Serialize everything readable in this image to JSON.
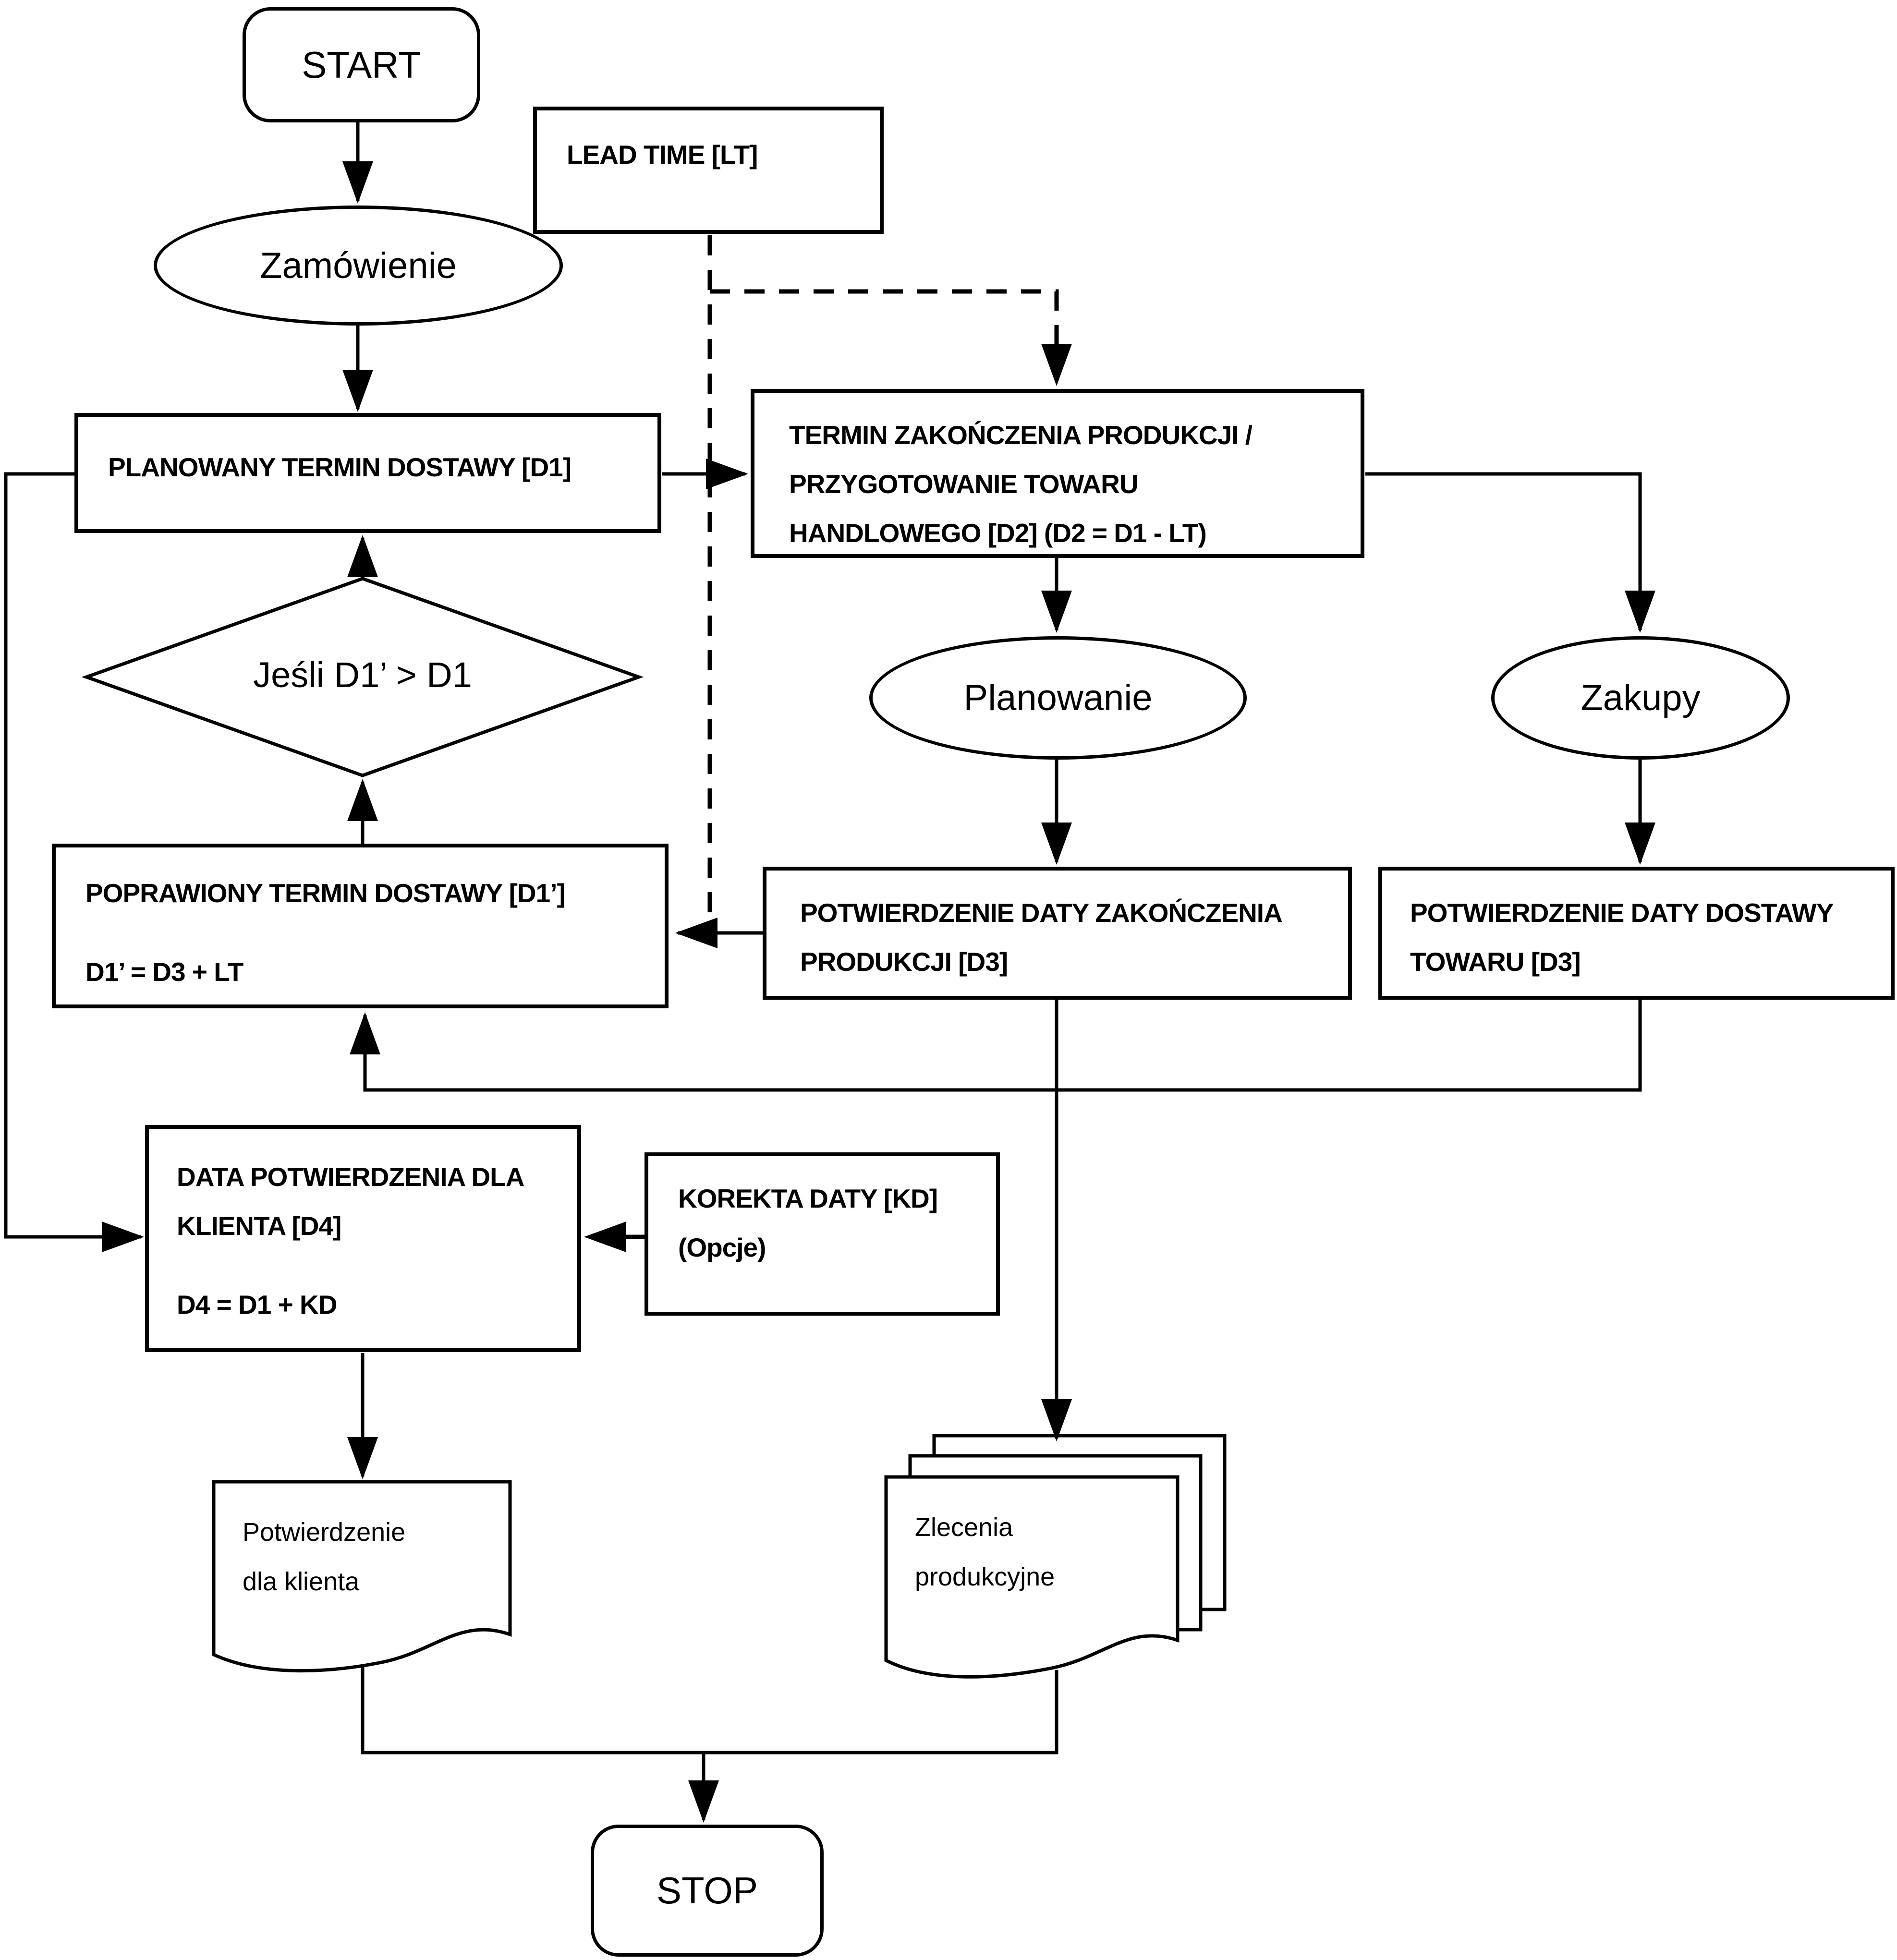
{
  "colors": {
    "ink": "#000000",
    "paper": "#ffffff"
  },
  "nodes": {
    "start": {
      "label": "START"
    },
    "zamowienie": {
      "label": "Zamówienie"
    },
    "lead_time": {
      "label": "LEAD TIME [LT]"
    },
    "planowany": {
      "label": "PLANOWANY TERMIN DOSTAWY [D1]"
    },
    "termin": {
      "line1": "TERMIN ZAKOŃCZENIA PRODUKCJI /",
      "line2": "PRZYGOTOWANIE TOWARU",
      "line3": "HANDLOWEGO [D2]   (D2 = D1 - LT)"
    },
    "decyzja": {
      "label": "Jeśli D1’ > D1"
    },
    "planowanie": {
      "label": "Planowanie"
    },
    "zakupy": {
      "label": "Zakupy"
    },
    "poprawiony": {
      "line1": "POPRAWIONY TERMIN DOSTAWY [D1’]",
      "formula": "D1’ = D3 + LT"
    },
    "potw_zakonczenia": {
      "line1": "POTWIERDZENIE DATY ZAKOŃCZENIA",
      "line2": "PRODUKCJI [D3]"
    },
    "potw_dostawy": {
      "line1": "POTWIERDZENIE DATY DOSTAWY",
      "line2": "TOWARU [D3]"
    },
    "data_potwierdzenia": {
      "line1": "DATA POTWIERDZENIA DLA",
      "line2": "KLIENTA [D4]",
      "formula": "D4 = D1 + KD"
    },
    "korekta": {
      "line1": "KOREKTA DATY [KD]",
      "line2": "(Opcje)"
    },
    "doc_potwierdzenie": {
      "line1": "Potwierdzenie",
      "line2": "dla klienta"
    },
    "doc_zlecenia": {
      "line1": "Zlecenia",
      "line2": "produkcyjne"
    },
    "stop": {
      "label": "STOP"
    }
  }
}
